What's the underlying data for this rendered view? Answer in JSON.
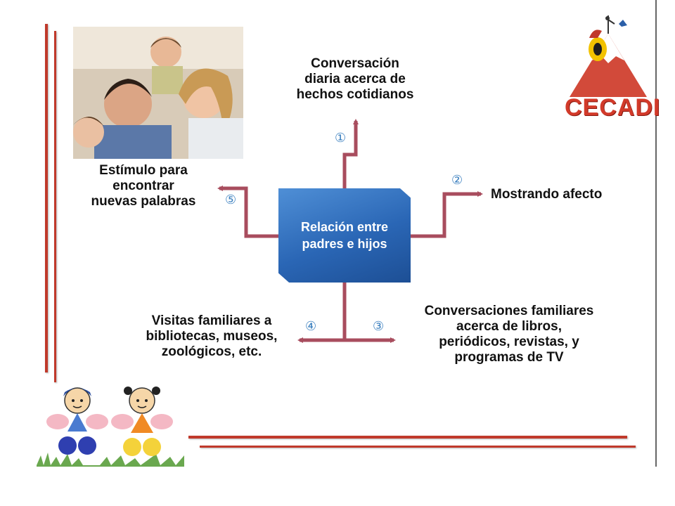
{
  "center": {
    "line1": "Relación entre",
    "line2": "padres e hijos"
  },
  "logo": {
    "text": "CECADI"
  },
  "branches": [
    {
      "number": "①",
      "lines": [
        "Conversación",
        "diaria acerca de",
        "hechos cotidianos"
      ]
    },
    {
      "number": "②",
      "lines": [
        "Mostrando afecto"
      ]
    },
    {
      "number": "③",
      "lines": [
        "Conversaciones familiares",
        "acerca de libros,",
        "periódicos, revistas, y",
        "programas de TV"
      ]
    },
    {
      "number": "④",
      "lines": [
        "Visitas familiares a",
        "bibliotecas, museos,",
        "zoológicos, etc."
      ]
    },
    {
      "number": "⑤",
      "lines": [
        "Estímulo para",
        "encontrar",
        "nuevas palabras"
      ]
    }
  ],
  "colors": {
    "arrow": "#a84d5e",
    "box": "#2a66b5",
    "accent_line": "#c0392b",
    "number": "#3a7fbf"
  }
}
